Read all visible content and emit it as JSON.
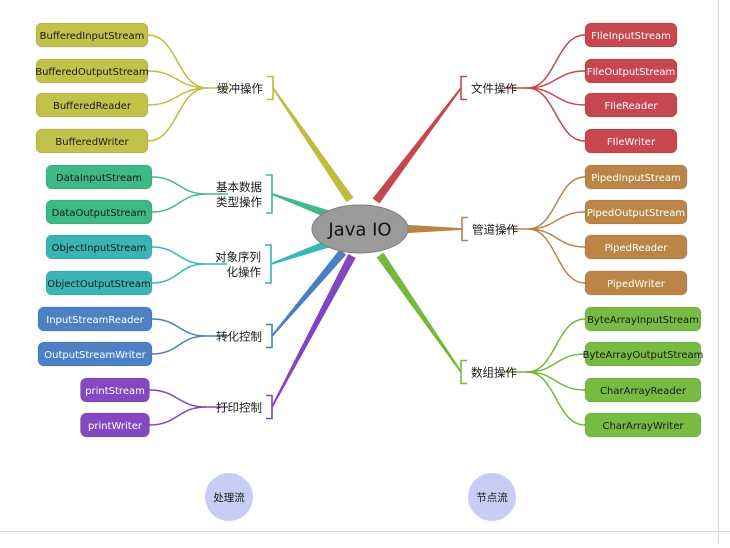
{
  "center": {
    "label": "Java IO",
    "color": "#9b9b9b"
  },
  "footer": {
    "left_label": "处理流",
    "right_label": "节点流",
    "bubble_color": "#c8cdf5"
  },
  "left_branches": [
    {
      "id": "buffer",
      "lines": [
        "缓冲操作"
      ],
      "color": "#bfbd3e",
      "leaf_fill": "#c2c14a",
      "leaf_text": "#1a1a1a",
      "leaves": [
        "BufferedInputStream",
        "BufferedOutputStream",
        "BufferedReader",
        "BufferedWriter"
      ]
    },
    {
      "id": "data",
      "lines": [
        "基本数据",
        "类型操作"
      ],
      "color": "#43b98a",
      "leaf_fill": "#3db887",
      "leaf_text": "#1a1a1a",
      "leaves": [
        "DataInputStream",
        "DataOutputStream"
      ]
    },
    {
      "id": "object",
      "lines": [
        "对象序列",
        "化操作"
      ],
      "color": "#38b6b8",
      "leaf_fill": "#3ab4b7",
      "leaf_text": "#1a1a1a",
      "leaves": [
        "ObjectInputStream",
        "ObjectOutputStream"
      ]
    },
    {
      "id": "convert",
      "lines": [
        "转化控制"
      ],
      "color": "#4a7fc2",
      "leaf_fill": "#4c82c4",
      "leaf_text": "#ffffff",
      "leaves": [
        "InputStreamReader",
        "OutputStreamWriter"
      ]
    },
    {
      "id": "print",
      "lines": [
        "打印控制"
      ],
      "color": "#8244bf",
      "leaf_fill": "#8547c2",
      "leaf_text": "#ffffff",
      "leaves": [
        "printStream",
        "printWriter"
      ]
    }
  ],
  "right_branches": [
    {
      "id": "file",
      "lines": [
        "文件操作"
      ],
      "color": "#c6474c",
      "leaf_fill": "#c8474e",
      "leaf_text": "#ffffff",
      "leaves": [
        "FIleInputStream",
        "FIleOutputStream",
        "FIleReader",
        "FIleWriter"
      ]
    },
    {
      "id": "pipe",
      "lines": [
        "管道操作"
      ],
      "color": "#b98445",
      "leaf_fill": "#bb8547",
      "leaf_text": "#ffffff",
      "leaves": [
        "PipedInputStream",
        "PipedOutputStream",
        "PipedReader",
        "PipedWriter"
      ]
    },
    {
      "id": "array",
      "lines": [
        "数组操作"
      ],
      "color": "#74b83c",
      "leaf_fill": "#77bb42",
      "leaf_text": "#1a1a1a",
      "leaves": [
        "ByteArrayInputStream",
        "ByteArrayOutputStream",
        "CharArrayReader",
        "CharArrayWriter"
      ]
    }
  ]
}
